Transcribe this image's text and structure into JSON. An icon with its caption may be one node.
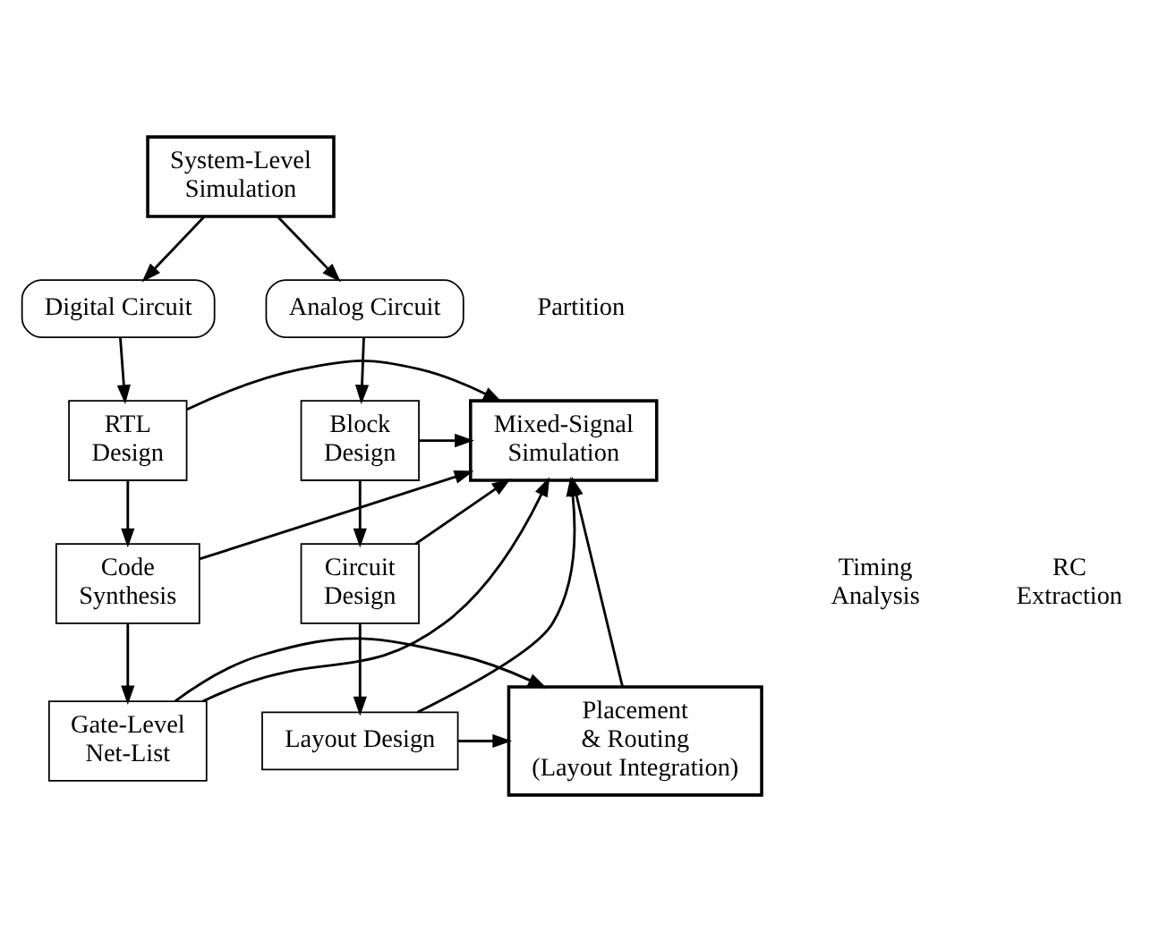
{
  "diagram": {
    "nodes": [
      {
        "text": [
          "System-Level Simulation"
        ]
      },
      {
        "text": [
          "Digital Circuit"
        ]
      },
      {
        "text": [
          "Analog Circuit"
        ]
      },
      {
        "text": [
          "RTL Design"
        ]
      },
      {
        "text": [
          "Mixed-Signal Simulation"
        ]
      },
      {
        "text": [
          "Block Design"
        ]
      },
      {
        "text": [
          "Code Synthesis"
        ]
      },
      {
        "text": [
          "Circuit Design"
        ]
      },
      {
        "text": [
          "Gate-Level Net-List"
        ]
      },
      {
        "text": [
          "Placement & Routing (Layout Integration)"
        ]
      },
      {
        "text": [
          "Layout Design"
        ]
      }
    ],
    "edges": [
      {
        "from": 0,
        "to": 1,
        "arrow": "to"
      },
      {
        "from": 0,
        "to": 2,
        "arrow": "to"
      },
      {
        "from": 1,
        "to": 3,
        "arrow": "to"
      },
      {
        "from": 3,
        "to": 6,
        "arrow": "to"
      },
      {
        "from": 6,
        "to": 8,
        "arrow": "to"
      },
      {
        "from": 2,
        "to": 5,
        "arrow": "to"
      },
      {
        "from": 5,
        "to": 7,
        "arrow": "to"
      },
      {
        "from": 7,
        "to": 10,
        "arrow": "to"
      },
      {
        "from": 3,
        "to": 4,
        "arrow": "to"
      },
      {
        "from": 6,
        "to": 4,
        "arrow": "to"
      },
      {
        "from": 8,
        "to": 4,
        "arrow": "to"
      },
      {
        "from": 5,
        "to": 4,
        "arrow": "to"
      },
      {
        "from": 7,
        "to": 4,
        "arrow": "to"
      },
      {
        "from": 10,
        "to": 4,
        "arrow": "to"
      },
      {
        "from": 9,
        "to": 4,
        "arrow": "to"
      },
      {
        "from": 8,
        "to": 9,
        "arrow": "to"
      },
      {
        "from": 10,
        "to": 9,
        "arrow": "to"
      }
    ],
    "labels": [
      "Partition",
      "Timing Analysis",
      "RC Extraction"
    ]
  }
}
